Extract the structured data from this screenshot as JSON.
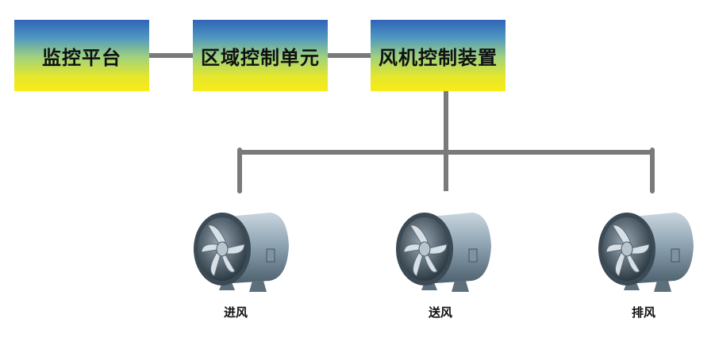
{
  "boxes": {
    "monitor_platform": "监控平台",
    "area_control_unit": "区域控制单元",
    "fan_control_device": "风机控制装置"
  },
  "fans": [
    {
      "label": "进风",
      "icon": "axial-fan-icon"
    },
    {
      "label": "送风",
      "icon": "axial-fan-icon"
    },
    {
      "label": "排风",
      "icon": "axial-fan-icon"
    }
  ],
  "colors": {
    "box_gradient_top": "#2f63b8",
    "box_gradient_bottom": "#f7ec1a",
    "connector": "#7a7a7a"
  }
}
